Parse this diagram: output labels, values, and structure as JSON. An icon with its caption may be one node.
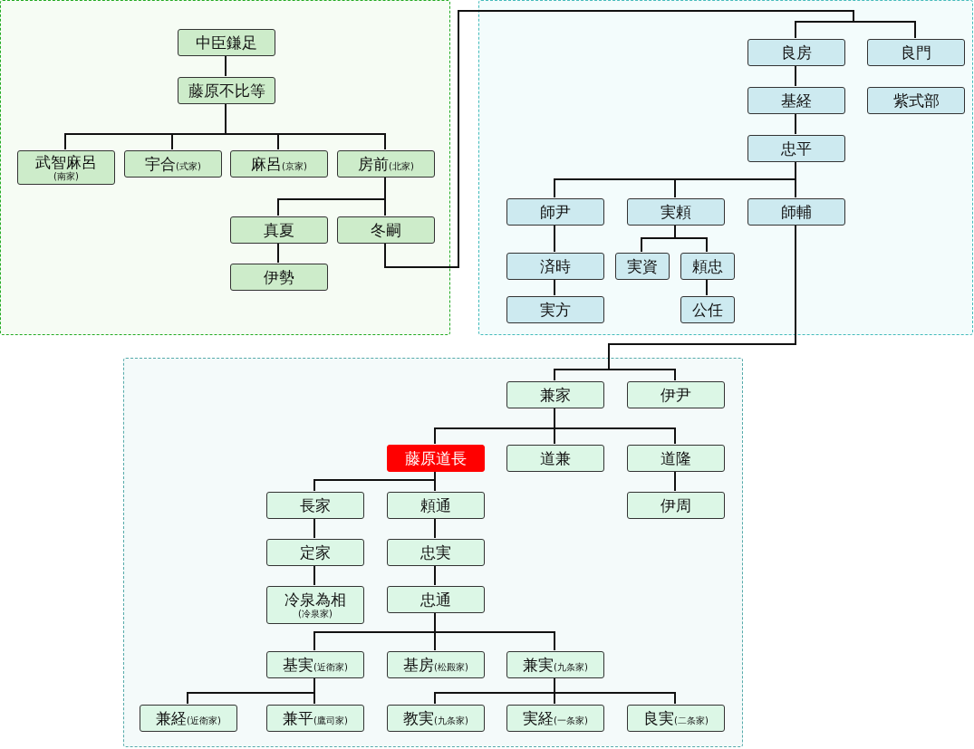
{
  "diagram": {
    "nodes": [
      {
        "text": [],
        "shape": "box"
      },
      {
        "text": [
          "中臣鎌足"
        ],
        "in": 0
      },
      {
        "text": [
          "藤原不比等"
        ],
        "in": 0
      },
      {
        "text": [
          "武智麻呂",
          "(南家)"
        ],
        "in": 0
      },
      {
        "text": [
          "宇合$_{(式家)}$"
        ],
        "in": 0
      },
      {
        "text": [
          "麻呂$_{(京家)}$"
        ],
        "in": 0
      },
      {
        "text": [
          "房前$_{(北家)}$"
        ],
        "in": 0
      },
      {
        "text": [
          "真夏"
        ],
        "in": 0
      },
      {
        "text": [
          "冬嗣"
        ],
        "in": 0
      },
      {
        "text": [
          "伊勢"
        ],
        "in": 0
      },
      {
        "text": [],
        "shape": "box"
      },
      {
        "text": [
          "良房"
        ],
        "in": 10
      },
      {
        "text": [
          "良門"
        ],
        "in": 10
      },
      {
        "text": [
          "基経"
        ],
        "in": 10
      },
      {
        "text": [
          "紫式部"
        ],
        "in": 10
      },
      {
        "text": [
          "忠平"
        ],
        "in": 10
      },
      {
        "text": [
          "師尹"
        ],
        "in": 10
      },
      {
        "text": [
          "実頼"
        ],
        "in": 10
      },
      {
        "text": [
          "師輔"
        ],
        "in": 10
      },
      {
        "text": [
          "済時"
        ],
        "in": 10
      },
      {
        "text": [
          "実資"
        ],
        "in": 10
      },
      {
        "text": [
          "頼忠"
        ],
        "in": 10
      },
      {
        "text": [
          "実方"
        ],
        "in": 10
      },
      {
        "text": [
          "公任"
        ],
        "in": 10
      },
      {
        "text": [],
        "shape": "box"
      },
      {
        "text": [
          "兼家"
        ],
        "in": 24
      },
      {
        "text": [
          "伊尹"
        ],
        "in": 24
      },
      {
        "text": [
          "藤原道長"
        ],
        "in": 24
      },
      {
        "text": [
          "道兼"
        ],
        "in": 24
      },
      {
        "text": [
          "道隆"
        ],
        "in": 24
      },
      {
        "text": [
          "長家"
        ],
        "in": 24
      },
      {
        "text": [
          "頼通"
        ],
        "in": 24
      },
      {
        "text": [
          "伊周"
        ],
        "in": 24
      },
      {
        "text": [
          "定家"
        ],
        "in": 24
      },
      {
        "text": [
          "忠実"
        ],
        "in": 24
      },
      {
        "text": [
          "冷泉為相",
          "(冷泉家)"
        ],
        "in": 24
      },
      {
        "text": [
          "忠通"
        ],
        "in": 24
      },
      {
        "text": [
          "基実$_{(近衛家)}$"
        ],
        "in": 24
      },
      {
        "text": [
          "基房$_{(松殿家)}$"
        ],
        "in": 24
      },
      {
        "text": [
          "兼実$_{(九条家)}$"
        ],
        "in": 24
      },
      {
        "text": [
          "兼経$_{(近衛家)}$"
        ],
        "in": 24
      },
      {
        "text": [
          "兼平$_{(鷹司家)}$"
        ],
        "in": 24
      },
      {
        "text": [
          "教実$_{(九条家)}$"
        ],
        "in": 24
      },
      {
        "text": [
          "実経$_{(一条家)}$"
        ],
        "in": 24
      },
      {
        "text": [
          "良実$_{(二条家)}$"
        ],
        "in": 24
      }
    ],
    "edges": [
      {
        "from": 1,
        "to": 2,
        "arrow": "none"
      },
      {
        "from": 2,
        "to": 3,
        "arrow": "none"
      },
      {
        "from": 2,
        "to": 4,
        "arrow": "none"
      },
      {
        "from": 2,
        "to": 5,
        "arrow": "none"
      },
      {
        "from": 2,
        "to": 6,
        "arrow": "none"
      },
      {
        "from": 6,
        "to": 7,
        "arrow": "none"
      },
      {
        "from": 6,
        "to": 8,
        "arrow": "none"
      },
      {
        "from": 7,
        "to": 9,
        "arrow": "none"
      },
      {
        "from": 8,
        "to": 11,
        "arrow": "none"
      },
      {
        "from": 8,
        "to": 12,
        "arrow": "none"
      },
      {
        "from": 11,
        "to": 13,
        "arrow": "none"
      },
      {
        "from": 13,
        "to": 15,
        "arrow": "none"
      },
      {
        "from": 15,
        "to": 16,
        "arrow": "none"
      },
      {
        "from": 15,
        "to": 17,
        "arrow": "none"
      },
      {
        "from": 15,
        "to": 18,
        "arrow": "none"
      },
      {
        "from": 16,
        "to": 19,
        "arrow": "none"
      },
      {
        "from": 19,
        "to": 22,
        "arrow": "none"
      },
      {
        "from": 17,
        "to": 20,
        "arrow": "none"
      },
      {
        "from": 17,
        "to": 21,
        "arrow": "none"
      },
      {
        "from": 21,
        "to": 23,
        "arrow": "none"
      },
      {
        "from": 18,
        "to": 25,
        "arrow": "none"
      },
      {
        "from": 18,
        "to": 26,
        "arrow": "none"
      },
      {
        "from": 25,
        "to": 27,
        "arrow": "none"
      },
      {
        "from": 25,
        "to": 28,
        "arrow": "none"
      },
      {
        "from": 25,
        "to": 29,
        "arrow": "none"
      },
      {
        "from": 29,
        "to": 32,
        "arrow": "none"
      },
      {
        "from": 27,
        "to": 30,
        "arrow": "none"
      },
      {
        "from": 27,
        "to": 31,
        "arrow": "none"
      },
      {
        "from": 30,
        "to": 33,
        "arrow": "none"
      },
      {
        "from": 33,
        "to": 35,
        "arrow": "none"
      },
      {
        "from": 31,
        "to": 34,
        "arrow": "none"
      },
      {
        "from": 34,
        "to": 36,
        "arrow": "none"
      },
      {
        "from": 36,
        "to": 37,
        "arrow": "none"
      },
      {
        "from": 36,
        "to": 38,
        "arrow": "none"
      },
      {
        "from": 36,
        "to": 39,
        "arrow": "none"
      },
      {
        "from": 37,
        "to": 40,
        "arrow": "none"
      },
      {
        "from": 37,
        "to": 41,
        "arrow": "none"
      },
      {
        "from": 39,
        "to": 42,
        "arrow": "none"
      },
      {
        "from": 39,
        "to": 43,
        "arrow": "none"
      },
      {
        "from": 39,
        "to": 44,
        "arrow": "none"
      }
    ]
  }
}
